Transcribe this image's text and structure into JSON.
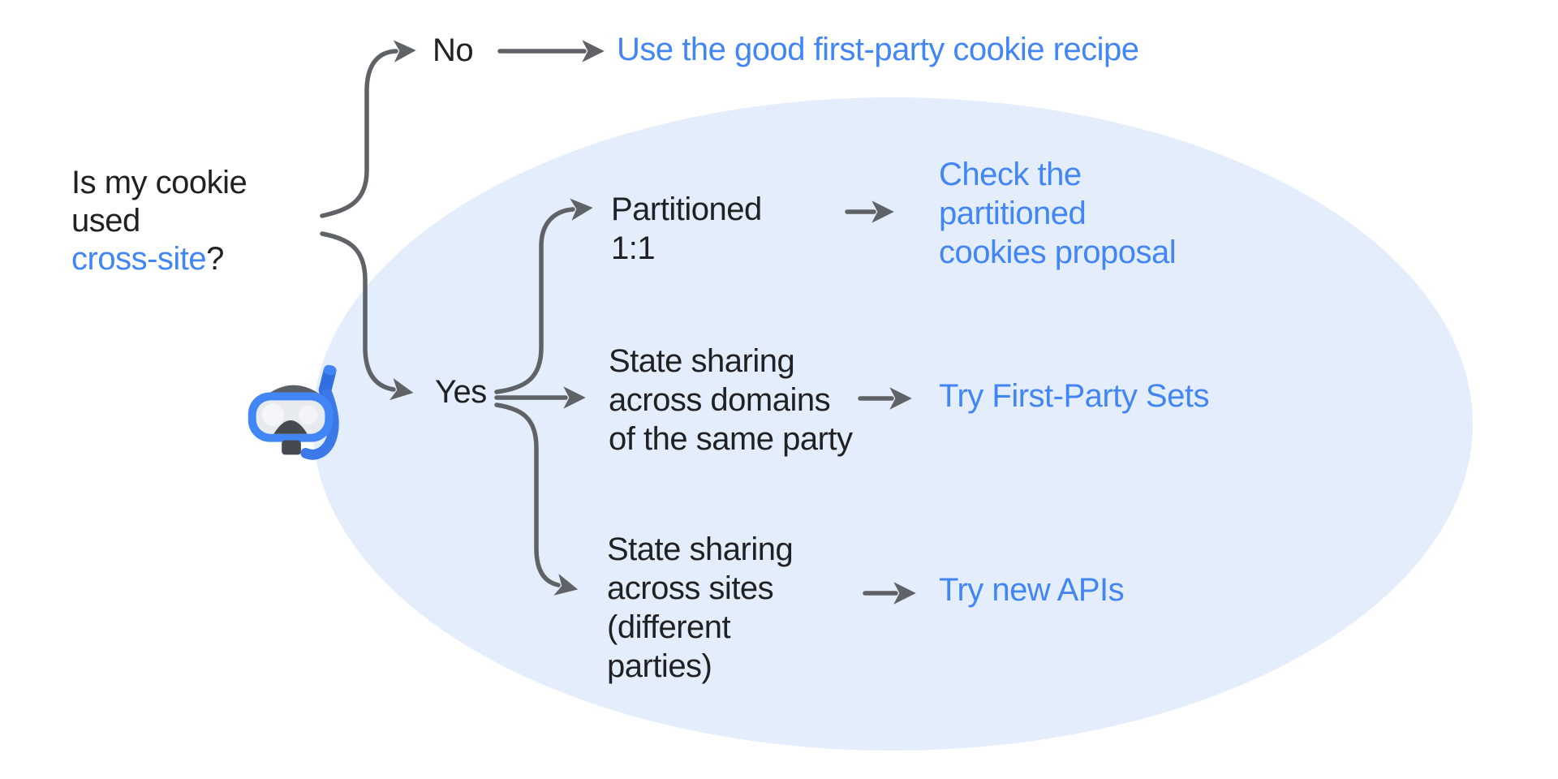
{
  "colors": {
    "link_blue": "#4285F4",
    "text_dark": "#202124",
    "arrow_gray": "#5F6368",
    "ellipse_fill": "#E4EDFB"
  },
  "question": {
    "line1": "Is my cookie",
    "line2": "used",
    "highlight": "cross-site",
    "suffix": "?"
  },
  "branch_no": {
    "label": "No",
    "target": "Use the good first-party cookie recipe"
  },
  "branch_yes": {
    "label": "Yes"
  },
  "sub_partitioned": {
    "line1": "Partitioned",
    "line2": "1:1",
    "target_line1": "Check the",
    "target_line2": "partitioned",
    "target_line3": "cookies proposal"
  },
  "sub_domains": {
    "line1": "State sharing",
    "line2": "across domains",
    "line3": "of the same party",
    "target": "Try First-Party Sets"
  },
  "sub_sites": {
    "line1": "State sharing",
    "line2": "across sites",
    "line3": "(different",
    "line4": "parties)",
    "target": "Try new APIs"
  },
  "icons": {
    "mask": "diving-mask-emoji"
  }
}
